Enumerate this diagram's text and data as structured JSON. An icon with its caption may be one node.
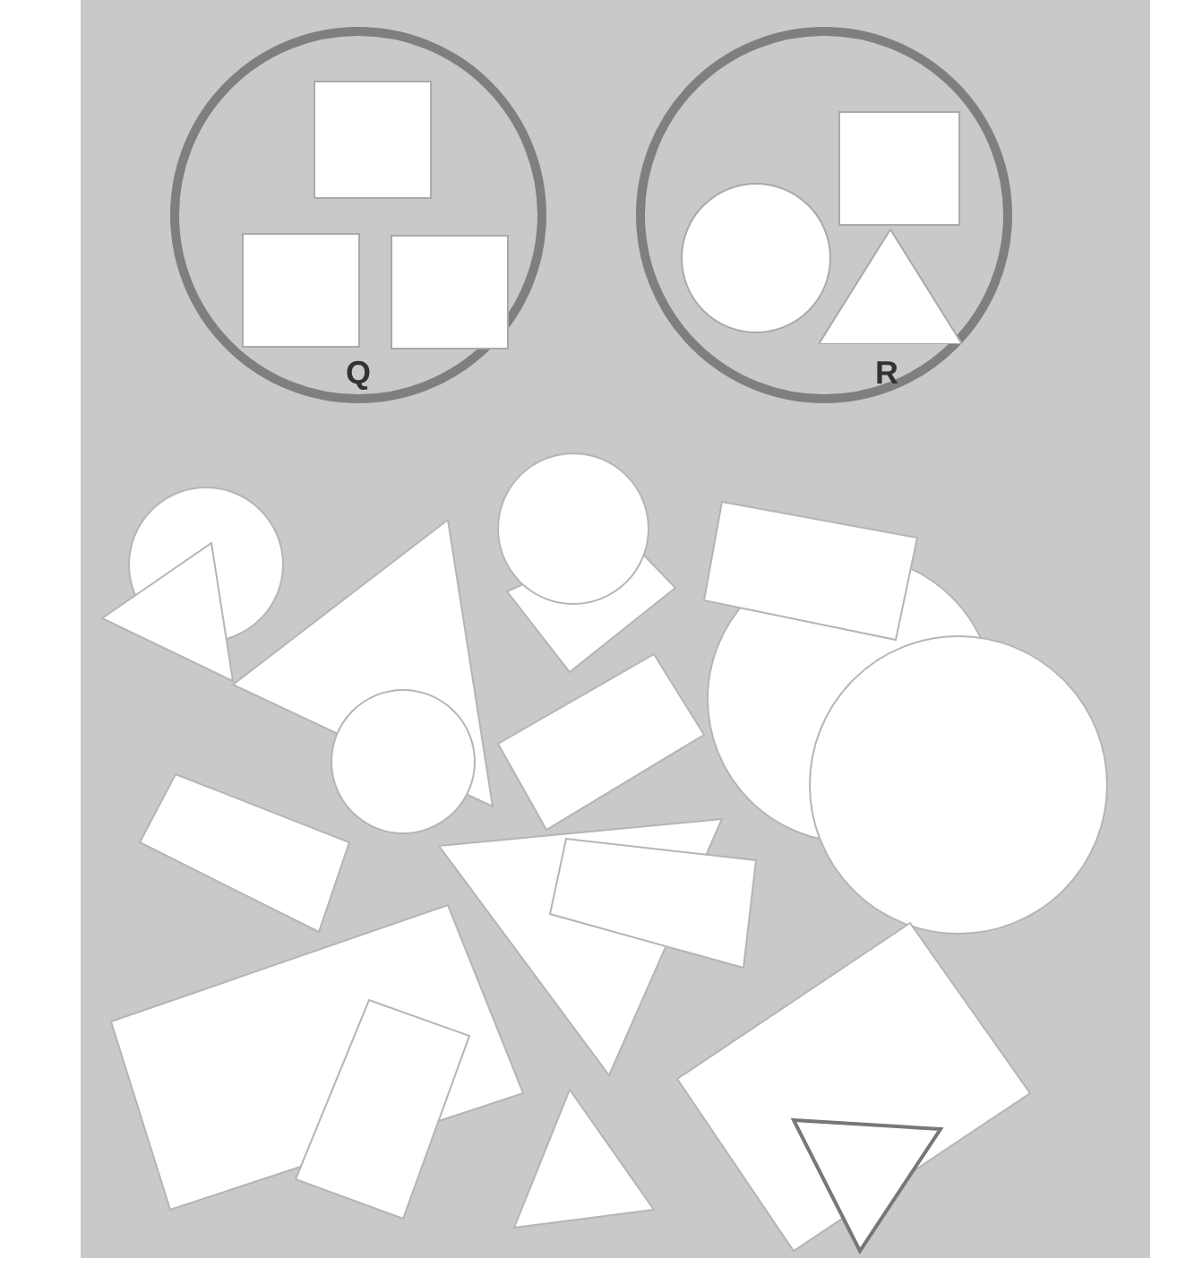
{
  "diagram": {
    "nodes": [
      {
        "text": [
          "Q"
        ]
      },
      {
        "text": [],
        "shape": "box",
        "in": 0
      },
      {
        "text": [],
        "shape": "box",
        "in": 0
      },
      {
        "text": [],
        "shape": "box",
        "in": 0
      },
      {
        "text": [
          "R"
        ]
      },
      {
        "text": [],
        "shape": "circle",
        "in": 4
      },
      {
        "text": [],
        "shape": "box",
        "in": 4
      },
      {
        "text": [],
        "shape": "triangle",
        "in": 4
      }
    ]
  }
}
